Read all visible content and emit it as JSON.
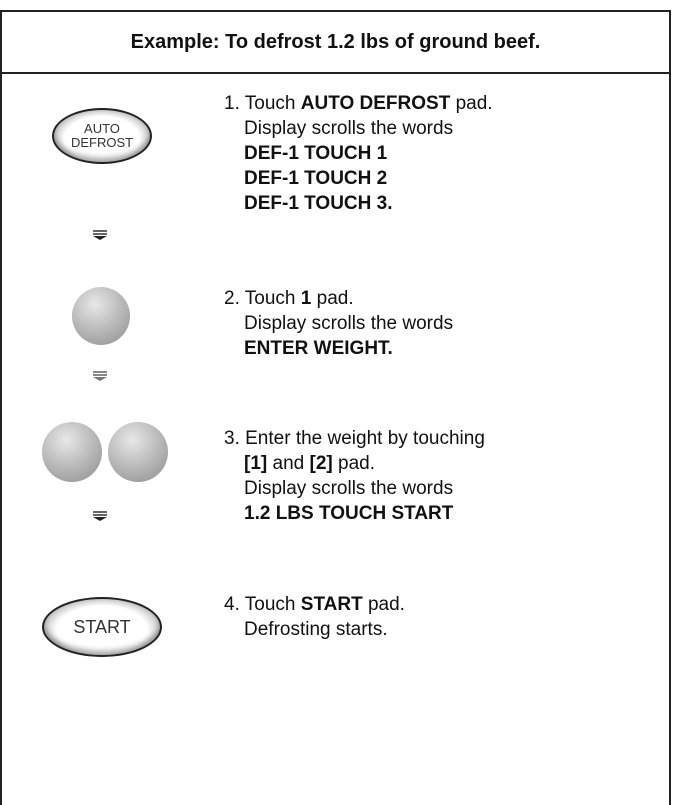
{
  "header": {
    "title": "Example: To defrost 1.2 lbs of ground beef."
  },
  "steps": [
    {
      "pad": {
        "line1": "AUTO",
        "line2": "DEFROST"
      },
      "lines": {
        "l1_pre": "1. Touch ",
        "l1_bold": "AUTO DEFROST",
        "l1_post": " pad.",
        "l2": "Display scrolls the words",
        "l3": "DEF-1 TOUCH 1",
        "l4": "DEF-1 TOUCH 2",
        "l5": "DEF-1 TOUCH 3."
      }
    },
    {
      "lines": {
        "l1_pre": "2. Touch ",
        "l1_bold": "1",
        "l1_post": " pad.",
        "l2": "Display scrolls the words",
        "l3": "ENTER WEIGHT."
      }
    },
    {
      "lines": {
        "l1": "3. Enter the weight by touching",
        "l2_b1": "[1]",
        "l2_mid": " and ",
        "l2_b2": "[2]",
        "l2_post": " pad.",
        "l3": "Display scrolls the words",
        "l4": "1.2 LBS TOUCH START"
      }
    },
    {
      "pad": {
        "label": "START"
      },
      "lines": {
        "l1_pre": "4. Touch ",
        "l1_bold": "START",
        "l1_post": " pad.",
        "l2": "Defrosting starts."
      }
    }
  ]
}
